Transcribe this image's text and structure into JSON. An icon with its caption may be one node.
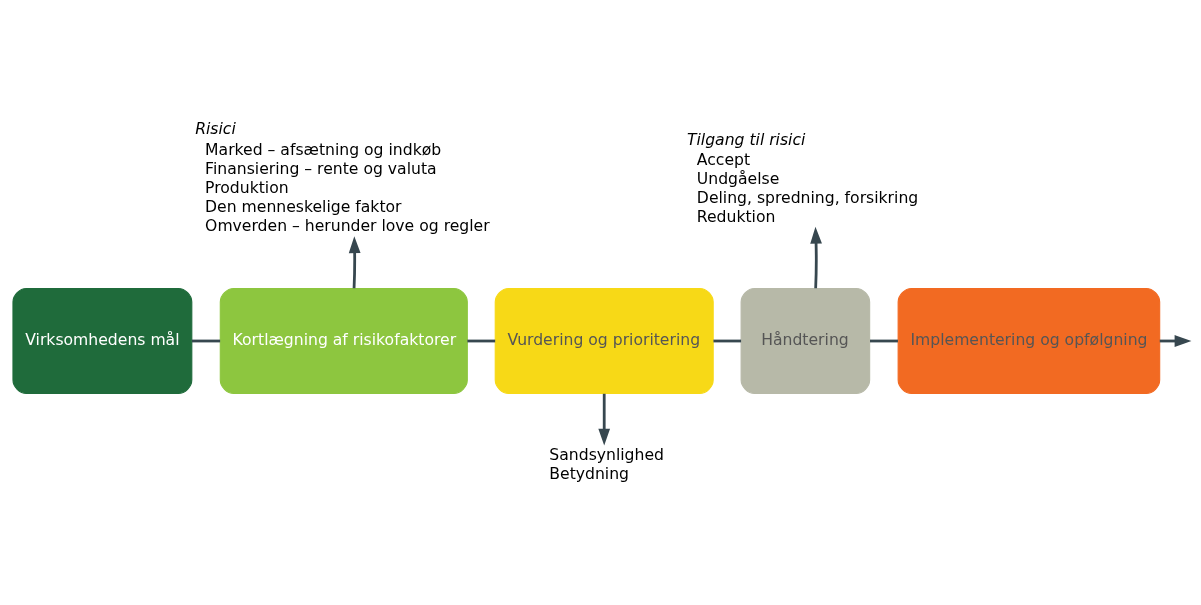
{
  "diagram": {
    "nodes": [
      {
        "text": [
          "Virksomhedens mål"
        ]
      },
      {
        "text": [
          "Kortlægning af risikofaktorer"
        ]
      },
      {
        "text": [
          "Vurdering og prioritering"
        ]
      },
      {
        "text": [
          "Håndtering"
        ]
      },
      {
        "text": [
          "Implementering og opfølgning"
        ]
      },
      {
        "text": [
          "Risici",
          "Marked – afsætning og indkøb",
          "Finansiering – rente og valuta",
          "Produktion",
          "Den menneskelige faktor",
          "Omverden – herunder love og regler"
        ]
      },
      {
        "text": [
          "Tilgang til risici",
          "Accept",
          "Undgåelse",
          "Deling, spredning, forsikring",
          "Reduktion"
        ]
      },
      {
        "text": [
          "Sandsynlighed",
          "Betydning"
        ]
      }
    ],
    "edges": [
      {
        "from": 0,
        "to": 1,
        "arrow": "none"
      },
      {
        "from": 1,
        "to": 2,
        "arrow": "none"
      },
      {
        "from": 2,
        "to": 3,
        "arrow": "none"
      },
      {
        "from": 3,
        "to": 4,
        "arrow": "none"
      },
      {
        "from": 4,
        "to": null,
        "arrow": "to"
      },
      {
        "from": 1,
        "to": 5,
        "arrow": "to"
      },
      {
        "from": 3,
        "to": 6,
        "arrow": "to"
      },
      {
        "from": 2,
        "to": 7,
        "arrow": "to"
      }
    ]
  }
}
